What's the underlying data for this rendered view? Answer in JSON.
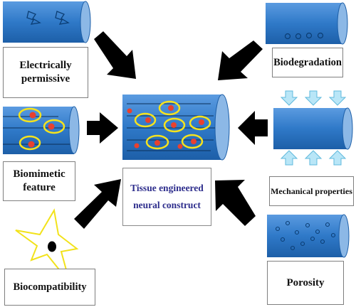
{
  "colors": {
    "cylinder": "#2f79c8",
    "cylinder_end": "#8cb8e6",
    "arrow": "#000000",
    "cell_ring": "#f6e31d",
    "cell_dot": "#e8412f",
    "blue_arrow": "#b9e6f7",
    "center_text": "#2d2d8c"
  },
  "labels": {
    "electrically_line1": "Electrically",
    "electrically_line2": "permissive",
    "biomimetic_line1": "Biomimetic",
    "biomimetic_line2": "feature",
    "biocompatibility": "Biocompatibility",
    "center_line1": "Tissue engineered",
    "center_line2": "neural construct",
    "biodegradation": "Biodegradation",
    "mechanical": "Mechanical properties",
    "porosity": "Porosity"
  },
  "icons": [
    "lightning-bolt-icon",
    "cell-icon",
    "star-cell-icon",
    "compression-arrow-icon",
    "pore-icon"
  ]
}
